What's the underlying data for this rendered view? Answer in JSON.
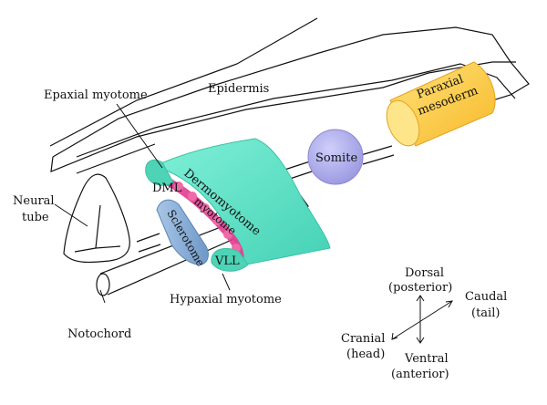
{
  "labels": {
    "epidermis": "Epidermis",
    "epaxial": "Epaxial myotome",
    "neural_tube_1": "Neural",
    "neural_tube_2": "tube",
    "dml": "DML",
    "dermo_1": "Dermomyotome",
    "dermo_2": "myotome",
    "sclerotome": "Sclerotome",
    "vll": "VLL",
    "hypaxial": "Hypaxial myotome",
    "notochord": "Notochord",
    "somite": "Somite",
    "paraxial_1": "Paraxial",
    "paraxial_2": "mesoderm"
  },
  "axes": {
    "dorsal": "Dorsal",
    "posterior": "(posterior)",
    "caudal": "Caudal",
    "tail": "(tail)",
    "cranial": "Cranial",
    "head": "(head)",
    "ventral": "Ventral",
    "anterior": "(anterior)"
  },
  "colors": {
    "dermomyotome": "#5fe3c6",
    "myotome": "#e23c8f",
    "sclerotome": "#8fb3da",
    "somite": "#b3b2ee",
    "paraxial": "#ffd24a"
  }
}
